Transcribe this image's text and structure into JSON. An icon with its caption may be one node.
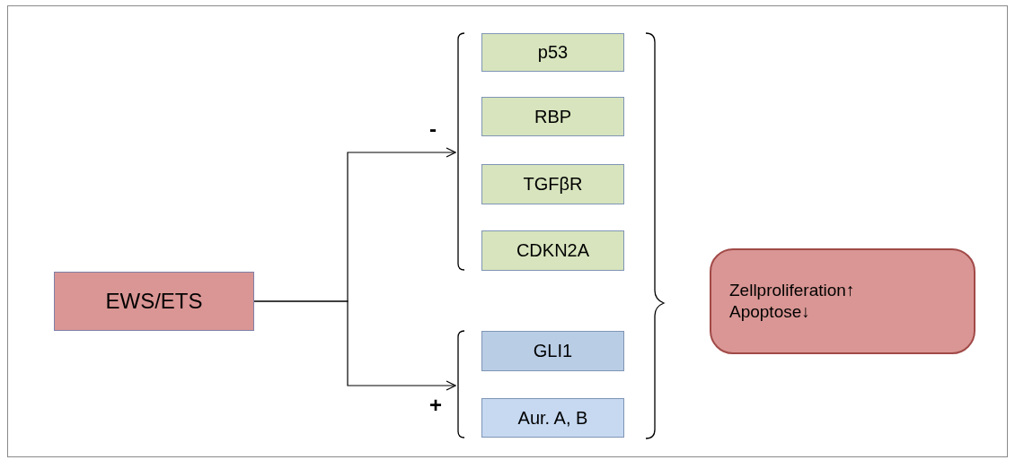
{
  "diagram": {
    "nodes": [
      {
        "text": [
          "EWS/ETS"
        ]
      },
      {
        "text": [],
        "shape": "bracket"
      },
      {
        "text": [],
        "shape": "bracket",
        "in": 1
      },
      {
        "text": [
          "p53"
        ],
        "in": 2
      },
      {
        "text": [
          "RBP"
        ],
        "in": 2
      },
      {
        "text": [
          "TGFβR"
        ],
        "in": 2
      },
      {
        "text": [
          "CDKN2A"
        ],
        "in": 2
      },
      {
        "text": [],
        "shape": "bracket",
        "in": 1
      },
      {
        "text": [
          "GLI1"
        ],
        "in": 7
      },
      {
        "text": [
          "Aur. A, B"
        ],
        "in": 7
      },
      {
        "text": [
          "Zellproliferation↑",
          "Apoptose↓"
        ]
      }
    ],
    "edges": [
      {
        "from": 0,
        "to": 2,
        "arrow": "to",
        "label": "-"
      },
      {
        "from": 0,
        "to": 7,
        "arrow": "to",
        "label": "+"
      }
    ]
  }
}
